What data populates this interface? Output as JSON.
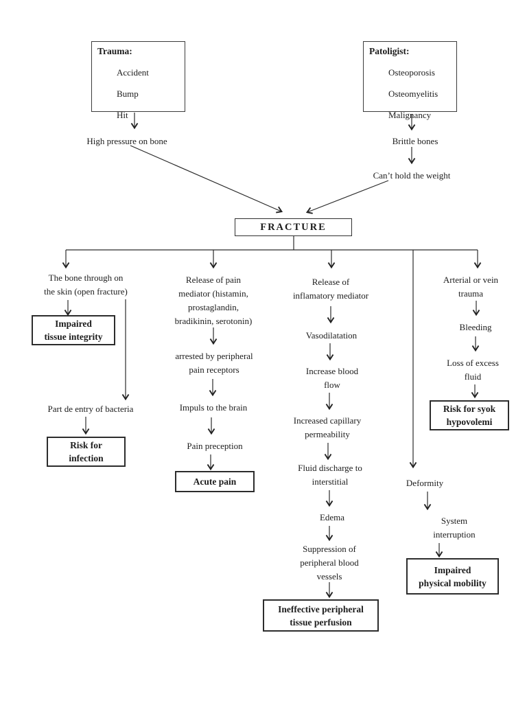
{
  "trauma_box": {
    "title": "Trauma:",
    "items": [
      "Accident",
      "Bump",
      "Hit"
    ]
  },
  "patologist_box": {
    "title": "Patoligist:",
    "items": [
      "Osteoporosis",
      "Osteomyelitis",
      "Malignancy"
    ]
  },
  "trauma_chain": {
    "high_pressure": "High pressure on bone"
  },
  "patologist_chain": {
    "brittle_bones": "Brittle bones",
    "cant_hold": "Can’t hold the weight"
  },
  "fracture": {
    "label": "FRACTURE"
  },
  "open_fracture_branch": {
    "bone_through": "The bone through on\nthe skin (open fracture)",
    "impaired_tissue": "Impaired\ntissue integrity",
    "bacteria_entry": "Part de entry of bacteria",
    "risk_infection": "Risk for\ninfection"
  },
  "pain_branch": {
    "release_mediator": "Release of pain\nmediator (histamin,\nprostaglandin,\nbradikinin, serotonin)",
    "arrested": "arrested by peripheral\npain receptors",
    "impuls": "Impuls to the brain",
    "perception": "Pain preception",
    "acute_pain": "Acute pain"
  },
  "inflammation_branch": {
    "release": "Release of\ninflamatory mediator",
    "vasodilatation": "Vasodilatation",
    "increase_flow": "Increase blood\nflow",
    "capillary": "Increased capillary\npermeability",
    "fluid_discharge": "Fluid discharge to\ninterstitial",
    "edema": "Edema",
    "suppression": "Suppression of\nperipheral blood\nvessels",
    "ineffective": "Ineffective peripheral\ntissue perfusion"
  },
  "deformity_branch": {
    "deformity": "Deformity",
    "system_interruption": "System\ninterruption",
    "impaired_mobility": "Impaired\nphysical mobility"
  },
  "bleeding_branch": {
    "arterial": "Arterial or vein\ntrauma",
    "bleeding": "Bleeding",
    "loss_fluid": "Loss of excess\nfluid",
    "risk_syok": "Risk for syok\nhypovolemi"
  },
  "colors": {
    "ink": "#222222",
    "paper": "#ffffff"
  }
}
